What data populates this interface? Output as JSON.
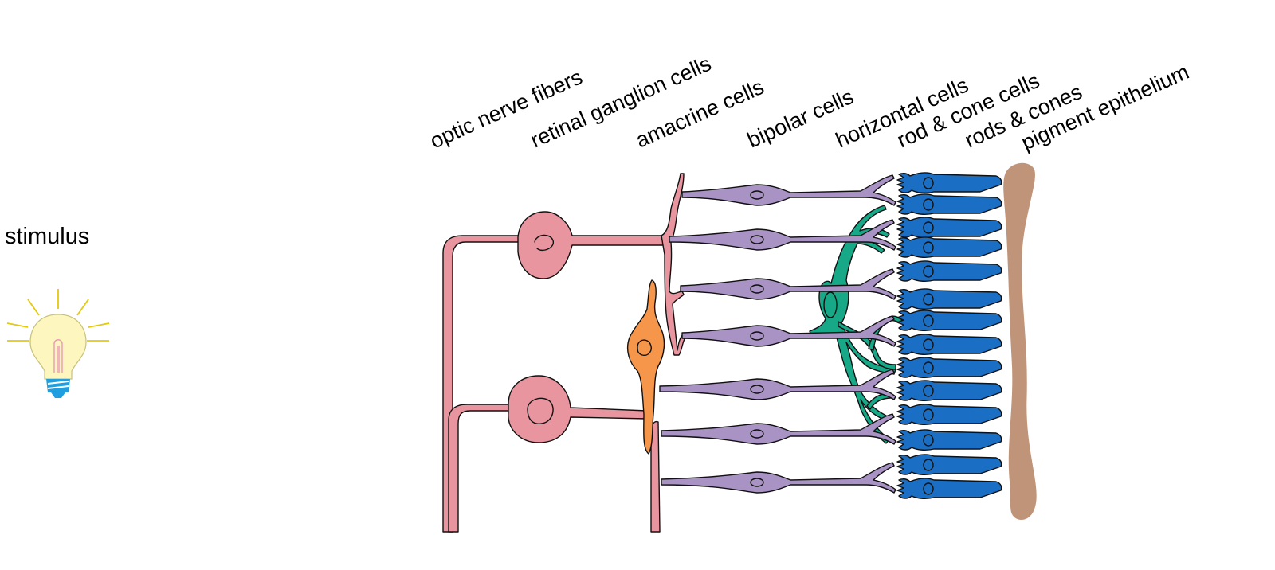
{
  "stimulus": {
    "label": "stimulus"
  },
  "layers": [
    {
      "id": "optic-nerve-fibers",
      "label": "optic nerve fibers"
    },
    {
      "id": "retinal-ganglion-cells",
      "label": "retinal ganglion cells"
    },
    {
      "id": "amacrine-cells",
      "label": "amacrine cells"
    },
    {
      "id": "bipolar-cells",
      "label": "bipolar cells"
    },
    {
      "id": "horizontal-cells",
      "label": "horizontal cells"
    },
    {
      "id": "rod-cone-cells",
      "label": "rod & cone cells"
    },
    {
      "id": "rods-cones",
      "label": "rods & cones"
    },
    {
      "id": "pigment-epithelium",
      "label": "pigment epithelium"
    }
  ],
  "colors": {
    "ganglion": "#e8959f",
    "amacrine": "#f5964a",
    "bipolar": "#a993c4",
    "horizontal": "#17a887",
    "photoreceptor": "#1a6fc4",
    "pigment_epithelium": "#bf9479",
    "bulb_glass": "#fdf6bf",
    "bulb_rays": "#e4c90c",
    "bulb_base": "#1f9fe0"
  }
}
